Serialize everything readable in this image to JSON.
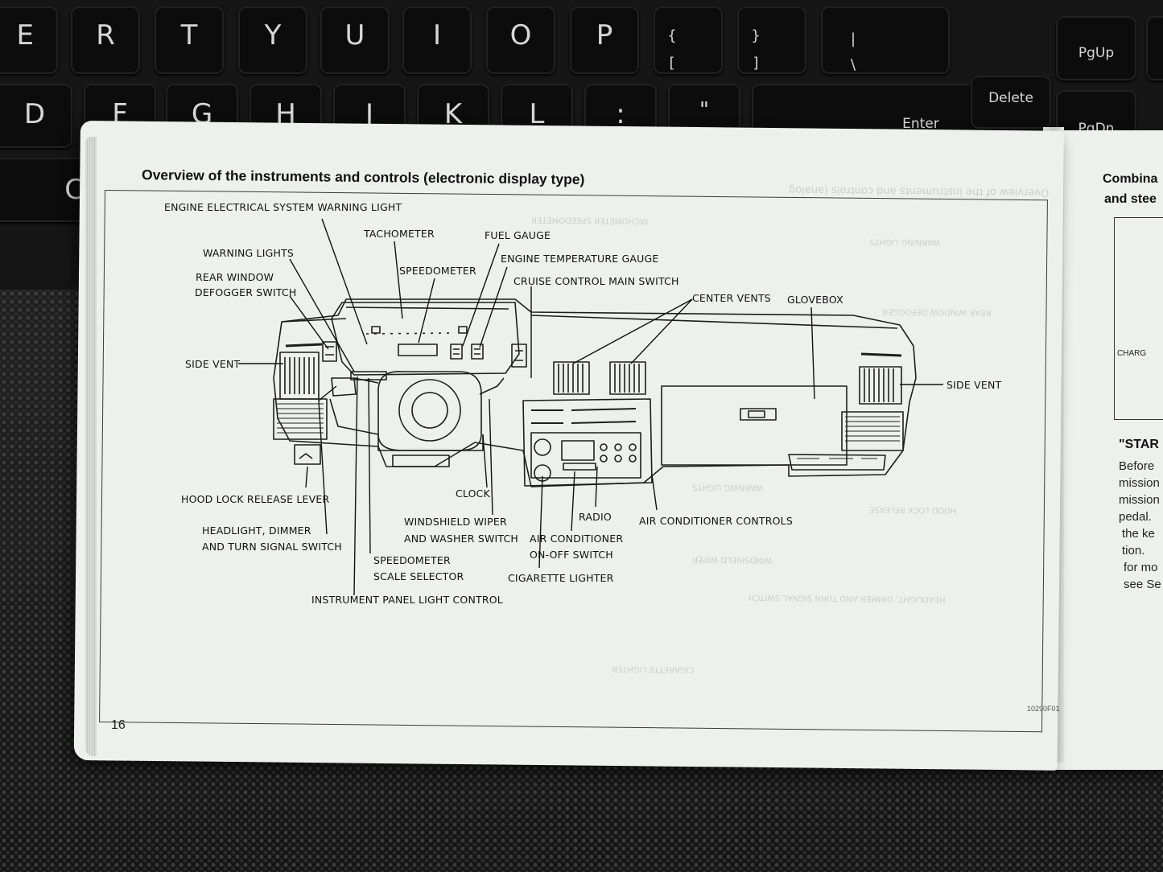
{
  "keyboard": {
    "row1": [
      "E",
      "R",
      "T",
      "Y",
      "U",
      "I",
      "O",
      "P"
    ],
    "row1_symbols": [
      {
        "top": "{",
        "bottom": "["
      },
      {
        "top": "}",
        "bottom": "]"
      },
      {
        "top": "|",
        "bottom": "\\"
      }
    ],
    "row2": [
      "D",
      "F",
      "G",
      "H",
      "J",
      "K",
      "L",
      ":",
      "\""
    ],
    "row3": [
      "C"
    ],
    "nav_keys": [
      "PgUp",
      "Delete",
      "PgDn",
      "Enter"
    ]
  },
  "manual": {
    "title": "Overview of the instruments and controls (electronic display type)",
    "page_number": "16",
    "figure_code": "10290F01",
    "labels": {
      "engine_electrical": "ENGINE ELECTRICAL SYSTEM WARNING LIGHT",
      "tachometer": "TACHOMETER",
      "fuel_gauge": "FUEL GAUGE",
      "warning_lights": "WARNING LIGHTS",
      "engine_temp": "ENGINE TEMPERATURE GAUGE",
      "speedometer": "SPEEDOMETER",
      "rear_window_1": "REAR WINDOW",
      "rear_window_2": "DEFOGGER SWITCH",
      "cruise_control": "CRUISE CONTROL MAIN SWITCH",
      "center_vents": "CENTER VENTS",
      "glovebox": "GLOVEBOX",
      "side_vent_left": "SIDE VENT",
      "side_vent_right": "SIDE VENT",
      "hood_lock": "HOOD LOCK RELEASE LEVER",
      "clock": "CLOCK",
      "radio": "RADIO",
      "headlight_1": "HEADLIGHT, DIMMER",
      "headlight_2": "AND TURN SIGNAL SWITCH",
      "wiper_1": "WINDSHIELD WIPER",
      "wiper_2": "AND WASHER SWITCH",
      "ac_controls": "AIR CONDITIONER CONTROLS",
      "ac_switch_1": "AIR CONDITIONER",
      "ac_switch_2": "ON-OFF SWITCH",
      "speedo_scale_1": "SPEEDOMETER",
      "speedo_scale_2": "SCALE SELECTOR",
      "cigarette": "CIGARETTE LIGHTER",
      "panel_light": "INSTRUMENT PANEL LIGHT CONTROL"
    }
  },
  "right_page": {
    "heading_1": "Combina",
    "heading_2": "and stee",
    "inner_label_1": "CHARG",
    "section": "\"STAR",
    "lines": [
      "Before",
      "mission",
      "mission",
      "pedal.",
      "the ke",
      "tion.",
      "for mo",
      "see Se"
    ]
  },
  "colors": {
    "paper": "#eef0ee",
    "ink": "#111111",
    "keyboard": "#0c0c0c",
    "key_text": "#d6d6d6"
  }
}
